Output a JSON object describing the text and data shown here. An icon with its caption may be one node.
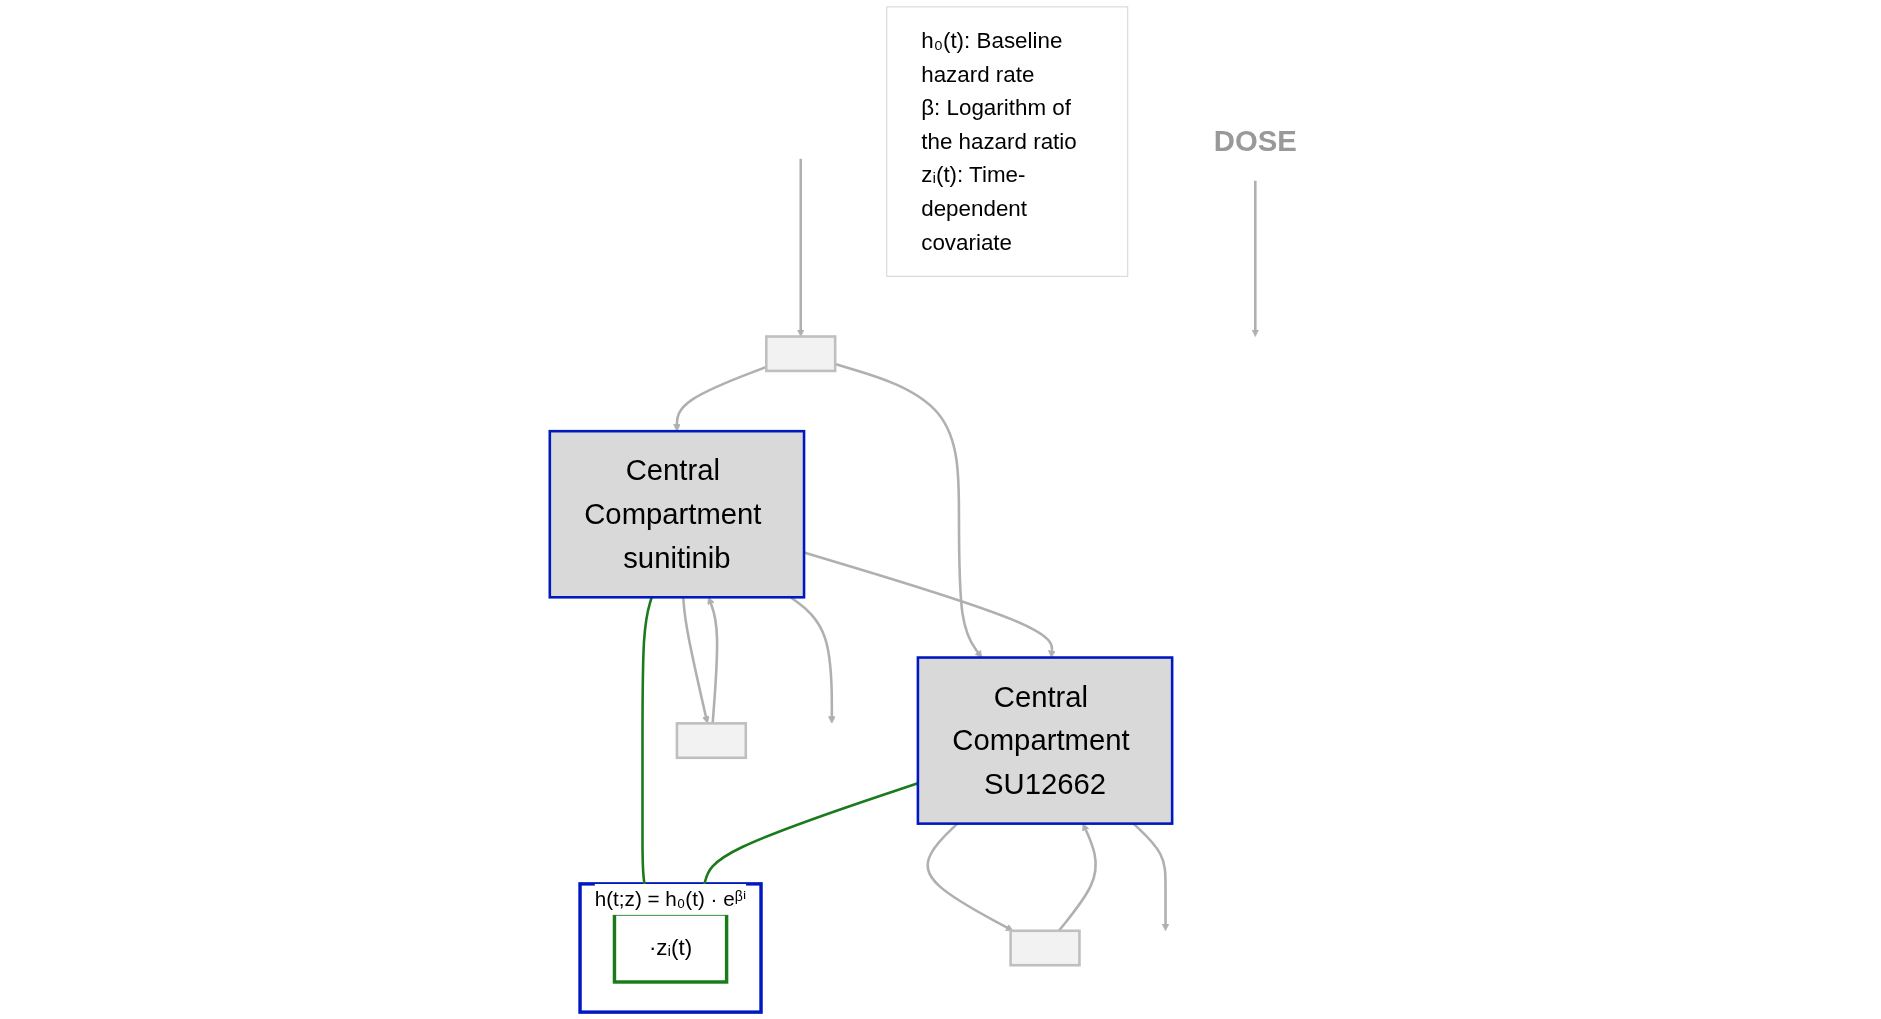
{
  "diagram": {
    "nodes": [
      {
        "text": [
          "DOSE"
        ]
      },
      {
        "text": [],
        "shape": "box"
      },
      {
        "text": [
          "Central Compartment sunitinib"
        ]
      },
      {
        "text": [
          "Central Compartment SU12662"
        ]
      },
      {
        "text": [],
        "shape": "box"
      },
      {
        "text": [],
        "shape": "box"
      },
      {
        "text": [
          "h(t;z) = h₀(t) · eᵝⁱ"
        ]
      },
      {
        "text": [
          "·zᵢ(t)"
        ],
        "in": 6
      },
      {
        "text": [
          "h₀(t): Baseline hazard rate",
          "β: Logarithm of the hazard ratio",
          "zᵢ(t): Time-dependent covariate"
        ]
      }
    ],
    "edges": [
      {
        "from": 0,
        "to": null,
        "arrow": "to"
      },
      {
        "from": null,
        "to": 1,
        "arrow": "to"
      },
      {
        "from": 1,
        "to": 2,
        "arrow": "to"
      },
      {
        "from": 1,
        "to": 3,
        "arrow": "to"
      },
      {
        "from": 2,
        "to": 4,
        "arrow": "to"
      },
      {
        "from": 4,
        "to": 2,
        "arrow": "to"
      },
      {
        "from": 2,
        "to": 3,
        "arrow": "to"
      },
      {
        "from": 3,
        "to": 5,
        "arrow": "to"
      },
      {
        "from": 5,
        "to": 3,
        "arrow": "to"
      },
      {
        "from": 2,
        "to": null,
        "arrow": "to"
      },
      {
        "from": 2,
        "to": 7,
        "arrow": "to",
        "color": "#1b7a1b"
      },
      {
        "from": 3,
        "to": 7,
        "arrow": "to",
        "color": "#1b7a1b"
      },
      {
        "from": 3,
        "to": null,
        "arrow": "to"
      }
    ]
  }
}
